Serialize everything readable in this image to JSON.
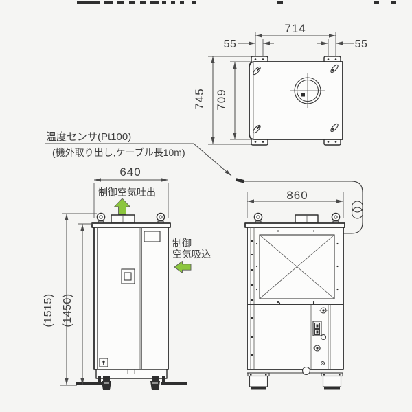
{
  "drawing": {
    "kind": "equipment-outline-dimension-diagram",
    "views": [
      "top-view",
      "front-view",
      "side-view"
    ],
    "colors": {
      "background": "#f5f5f3",
      "line": "#2e2e2e",
      "dimension_line": "#4a4a4a",
      "accent_green": "#8cc63e"
    },
    "symbols": [
      "lifting-eye-bolt-icon",
      "temperature-sensor-icon",
      "cable-coil-icon",
      "leveling-foot-icon",
      "floor-bracket-icon",
      "filter-x-panel-icon",
      "duct-flange-icon",
      "cable-gland-icon"
    ]
  },
  "labels": {
    "sensor1": "温度センサ(Pt100)",
    "sensor2": "(機外取り出し,ケーブル長10m)",
    "discharge": "制御空気吐出",
    "intake1": "制御",
    "intake2": "空気吸込"
  },
  "dims": {
    "top": {
      "width": "714",
      "offset_left": "55",
      "offset_right": "55",
      "depth_overall": "745",
      "depth_body": "709"
    },
    "front": {
      "width": "640",
      "height_overall": "(1515)",
      "height_body": "(1450)"
    },
    "side": {
      "width": "860"
    }
  }
}
